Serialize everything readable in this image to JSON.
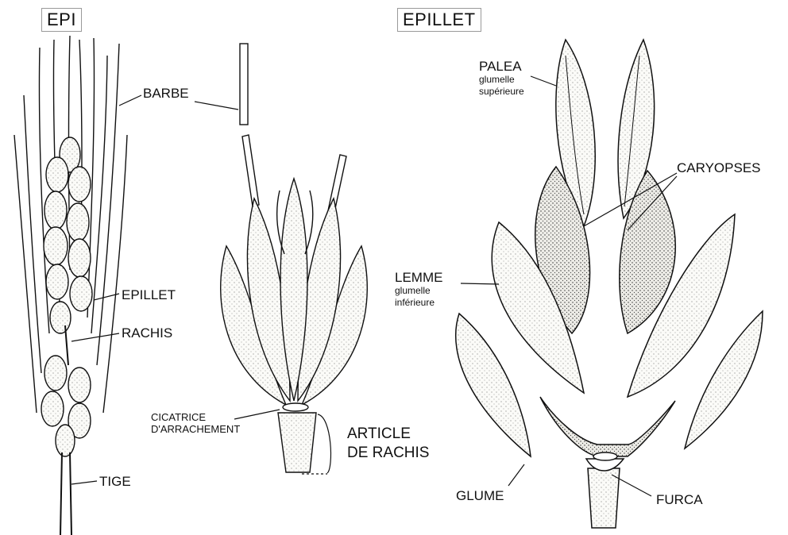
{
  "titles": {
    "epi": "EPI",
    "epillet": "EPILLET"
  },
  "labels": {
    "barbe": "BARBE",
    "epillet": "EPILLET",
    "rachis": "RACHIS",
    "tige": "TIGE",
    "cicatrice_line1": "CICATRICE",
    "cicatrice_line2": "D'ARRACHEMENT",
    "article_line1": "ARTICLE",
    "article_line2": "DE RACHIS",
    "palea": "PALEA",
    "palea_sub1": "glumelle",
    "palea_sub2": "supérieure",
    "caryopses": "CARYOPSES",
    "lemme": "LEMME",
    "lemme_sub1": "glumelle",
    "lemme_sub2": "inférieure",
    "glume": "GLUME",
    "furca": "FURCA"
  },
  "colors": {
    "ink": "#111111",
    "fill": "#f4f4f0",
    "frame": "#9a9a9a"
  }
}
